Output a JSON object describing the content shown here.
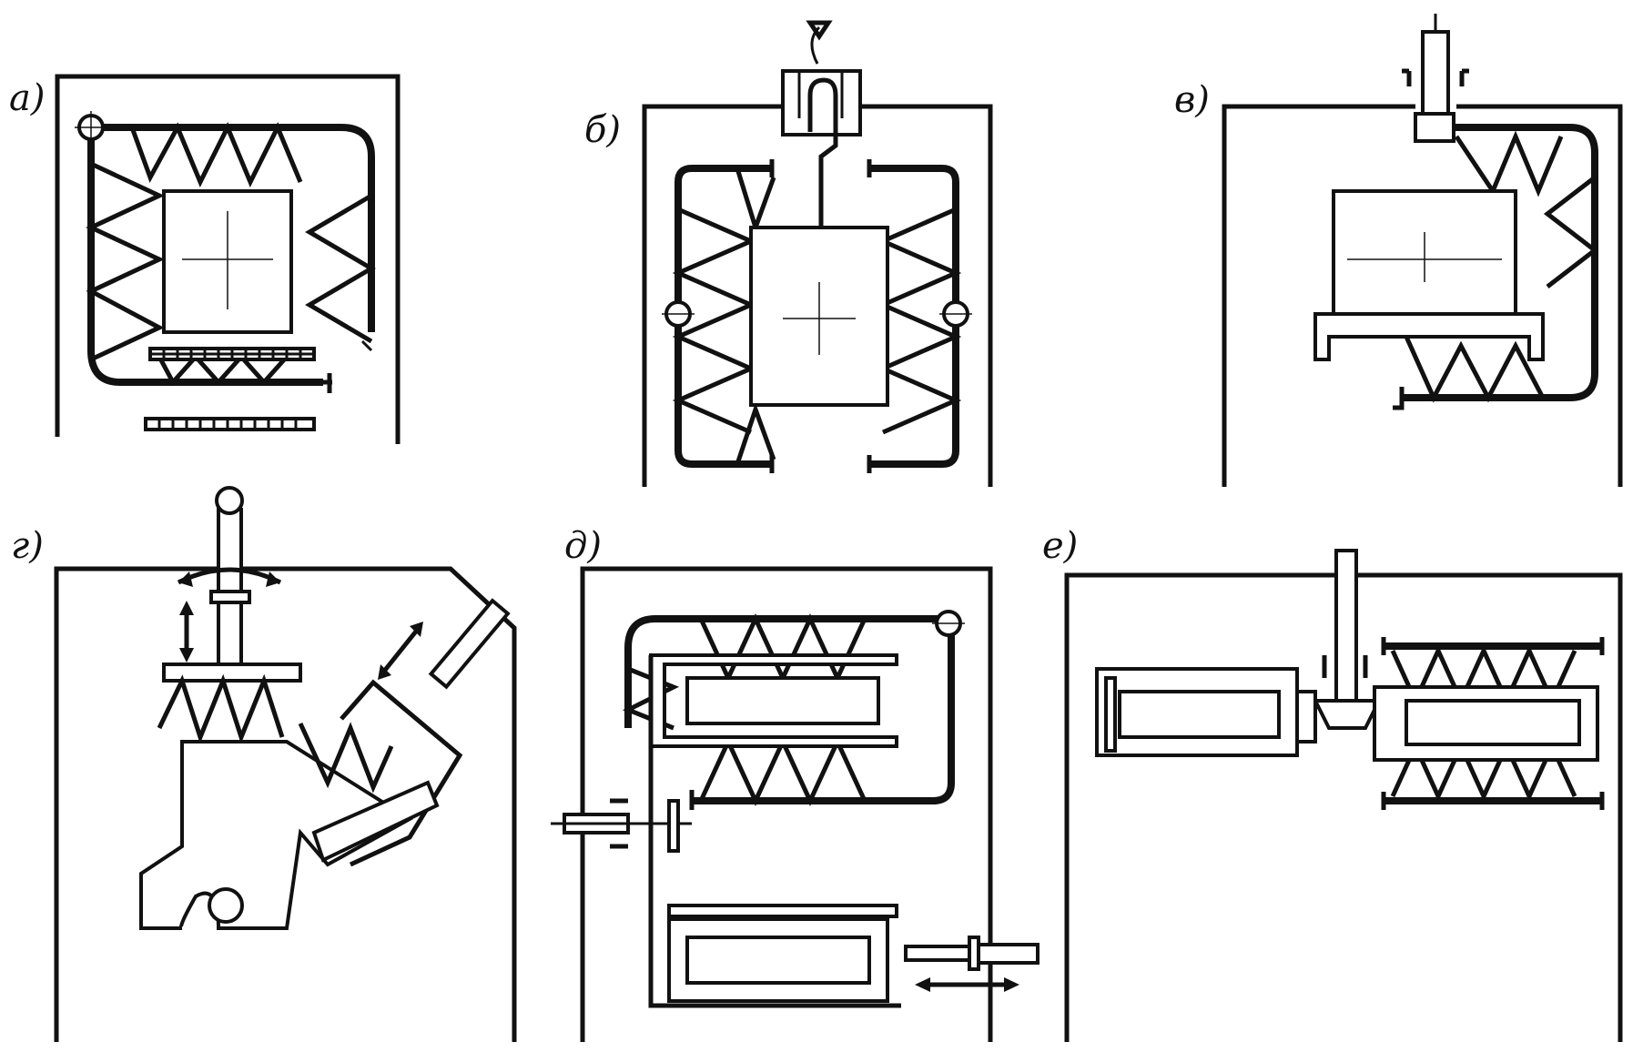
{
  "panels": [
    {
      "id": "a",
      "label": "а)"
    },
    {
      "id": "b",
      "label": "б)"
    },
    {
      "id": "v",
      "label": "в)"
    },
    {
      "id": "g",
      "label": "г)"
    },
    {
      "id": "d",
      "label": "д)"
    },
    {
      "id": "e",
      "label": "е)"
    }
  ]
}
